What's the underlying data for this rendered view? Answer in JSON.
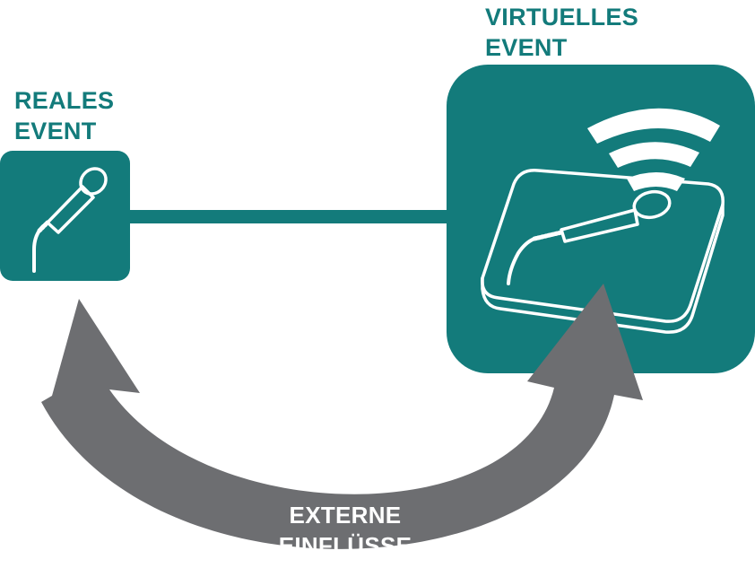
{
  "real_event": {
    "label_line1": "REALES",
    "label_line2": "EVENT"
  },
  "virtual_event": {
    "label_line1": "VIRTUELLES",
    "label_line2": "EVENT"
  },
  "external": {
    "label_line1": "EXTERNE",
    "label_line2": "EINFLÜSSE"
  },
  "colors": {
    "teal": "#137b7b",
    "gray": "#6d6e71",
    "white": "#ffffff"
  },
  "icons": {
    "real": "microphone-icon",
    "virtual": "device-with-microphone-and-wifi-icon"
  }
}
